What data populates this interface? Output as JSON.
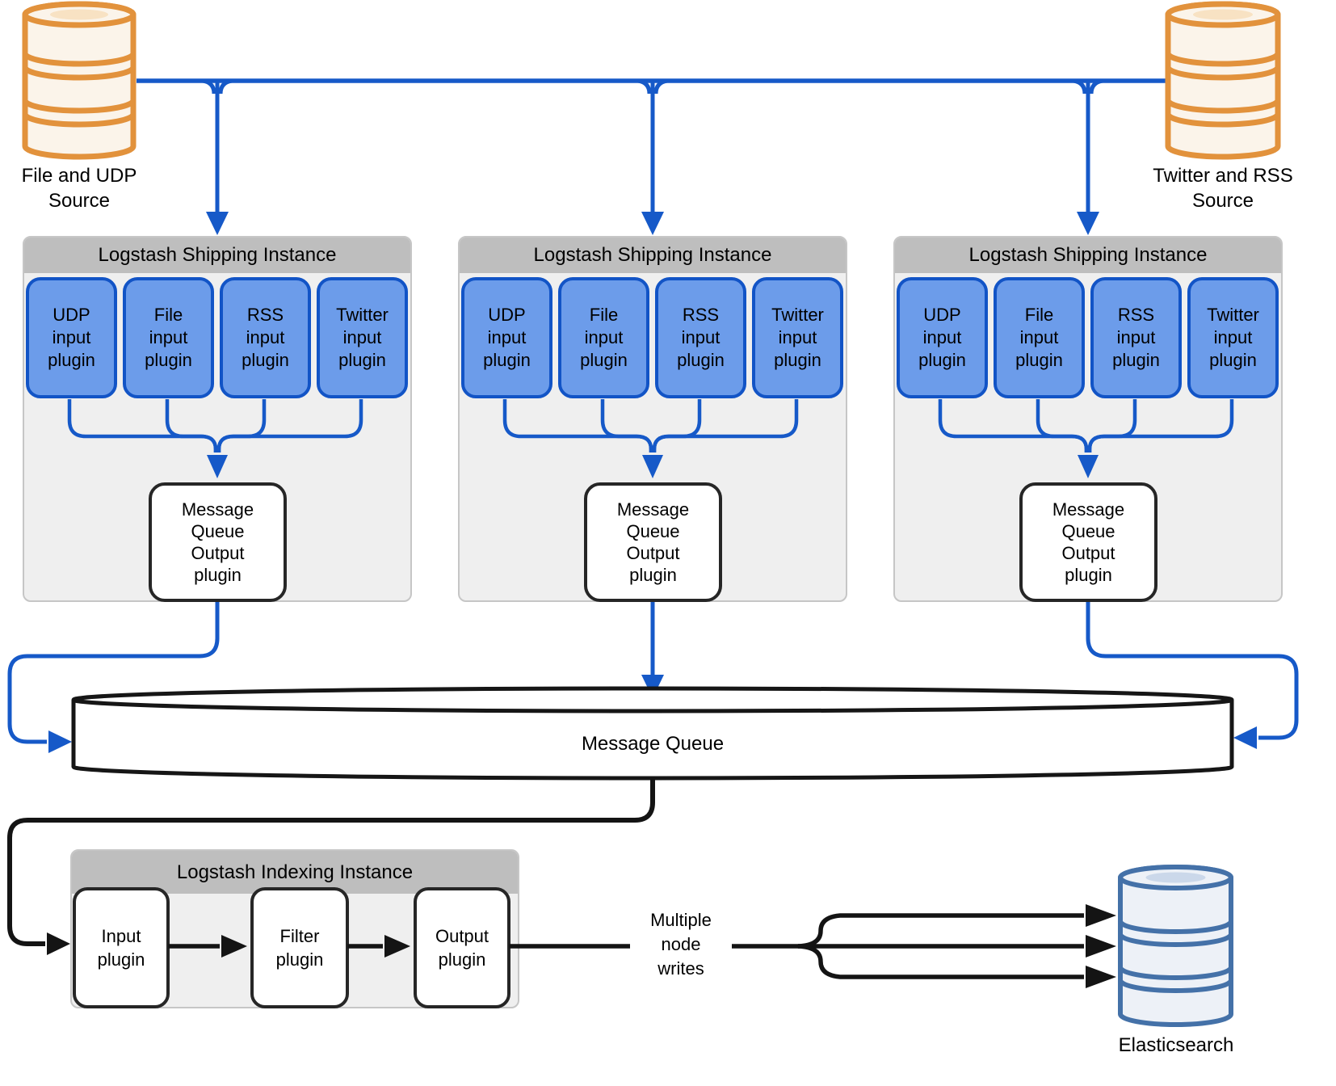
{
  "colors": {
    "blue_line": "#1659C8",
    "plugin_fill": "#6C9CEA",
    "plugin_border": "#1254C6",
    "panel_header": "#BEBEBE",
    "panel_body": "#EFEFEF",
    "panel_border": "#C6C6C6",
    "ink": "#141414",
    "box_border": "#262626",
    "orange_border": "#E2923C",
    "orange_fill": "#FBF4EA",
    "orange_inner": "#F8E2C3",
    "es_border": "#4471A8",
    "es_fill": "#EDF1F7",
    "es_inner": "#CBD8EA"
  },
  "sources": {
    "left": {
      "label": "File and UDP\nSource"
    },
    "right": {
      "label": "Twitter and RSS\nSource"
    }
  },
  "shipping_instances": [
    {
      "title": "Logstash Shipping Instance",
      "plugins": [
        "UDP\ninput\nplugin",
        "File\ninput\nplugin",
        "RSS\ninput\nplugin",
        "Twitter\ninput\nplugin"
      ],
      "output": "Message\nQueue\nOutput\nplugin"
    },
    {
      "title": "Logstash Shipping Instance",
      "plugins": [
        "UDP\ninput\nplugin",
        "File\ninput\nplugin",
        "RSS\ninput\nplugin",
        "Twitter\ninput\nplugin"
      ],
      "output": "Message\nQueue\nOutput\nplugin"
    },
    {
      "title": "Logstash Shipping Instance",
      "plugins": [
        "UDP\ninput\nplugin",
        "File\ninput\nplugin",
        "RSS\ninput\nplugin",
        "Twitter\ninput\nplugin"
      ],
      "output": "Message\nQueue\nOutput\nplugin"
    }
  ],
  "message_queue": {
    "label": "Message Queue"
  },
  "indexing_instance": {
    "title": "Logstash Indexing Instance",
    "plugins": [
      "Input\nplugin",
      "Filter\nplugin",
      "Output\nplugin"
    ]
  },
  "annotations": {
    "multiple_node_writes": "Multiple\nnode\nwrites"
  },
  "elasticsearch": {
    "label": "Elasticsearch"
  }
}
